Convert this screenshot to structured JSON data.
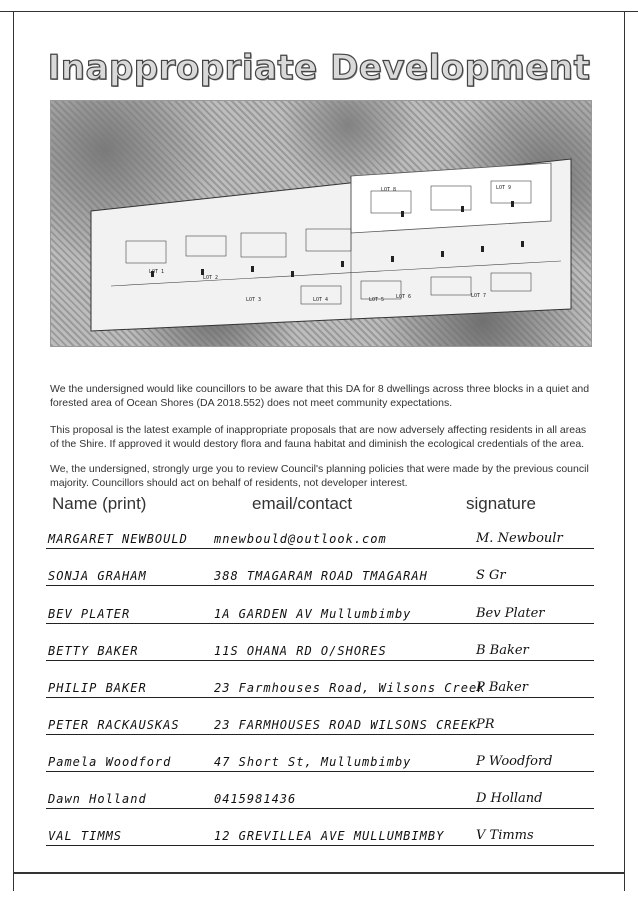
{
  "title": "Inappropriate Development",
  "aerial_labels": [
    "LOT 1",
    "LOT 2",
    "LOT 3",
    "LOT 4",
    "LOT 5",
    "LOT 6",
    "LOT 7",
    "LOT 8",
    "LOT 9"
  ],
  "paragraphs": [
    "We the undersigned would like councillors to be aware that this DA for 8 dwellings across three blocks in a quiet and forested area of Ocean Shores (DA 2018.552) does not meet community expectations.",
    "This proposal is the latest example of inappropriate proposals that are now adversely affecting residents in all areas of the Shire. If approved it would destory flora and fauna habitat and diminish the ecological credentials of the area.",
    "We, the undersigned, strongly urge you to review Council's planning policies that were made by the previous council majority. Councillors should act on behalf of residents, not developer interest."
  ],
  "columns": {
    "name": "Name (print)",
    "contact": "email/contact",
    "signature": "signature"
  },
  "signatories": [
    {
      "name": "MARGARET NEWBOULD",
      "contact": "mnewbould@outlook.com",
      "signature": "M. Newboulr"
    },
    {
      "name": "SONJA GRAHAM",
      "contact": "388 TMAGARAM ROAD TMAGARAH",
      "signature": "S Gr"
    },
    {
      "name": "BEV PLATER",
      "contact": "1A GARDEN AV Mullumbimby",
      "signature": "Bev Plater"
    },
    {
      "name": "BETTY BAKER",
      "contact": "11S OHANA RD O/SHORES",
      "signature": "B Baker"
    },
    {
      "name": "PHILIP BAKER",
      "contact": "23 Farmhouses Road, Wilsons Creek",
      "signature": "P Baker"
    },
    {
      "name": "PETER RACKAUSKAS",
      "contact": "23 FARMHOUSES ROAD WILSONS CREEK",
      "signature": "PR"
    },
    {
      "name": "Pamela Woodford",
      "contact": "47 Short St, Mullumbimby",
      "signature": "P Woodford"
    },
    {
      "name": "Dawn Holland",
      "contact": "0415981436",
      "signature": "D Holland"
    },
    {
      "name": "VAL TIMMS",
      "contact": "12 GREVILLEA AVE MULLUMBIMBY",
      "signature": "V Timms"
    }
  ]
}
